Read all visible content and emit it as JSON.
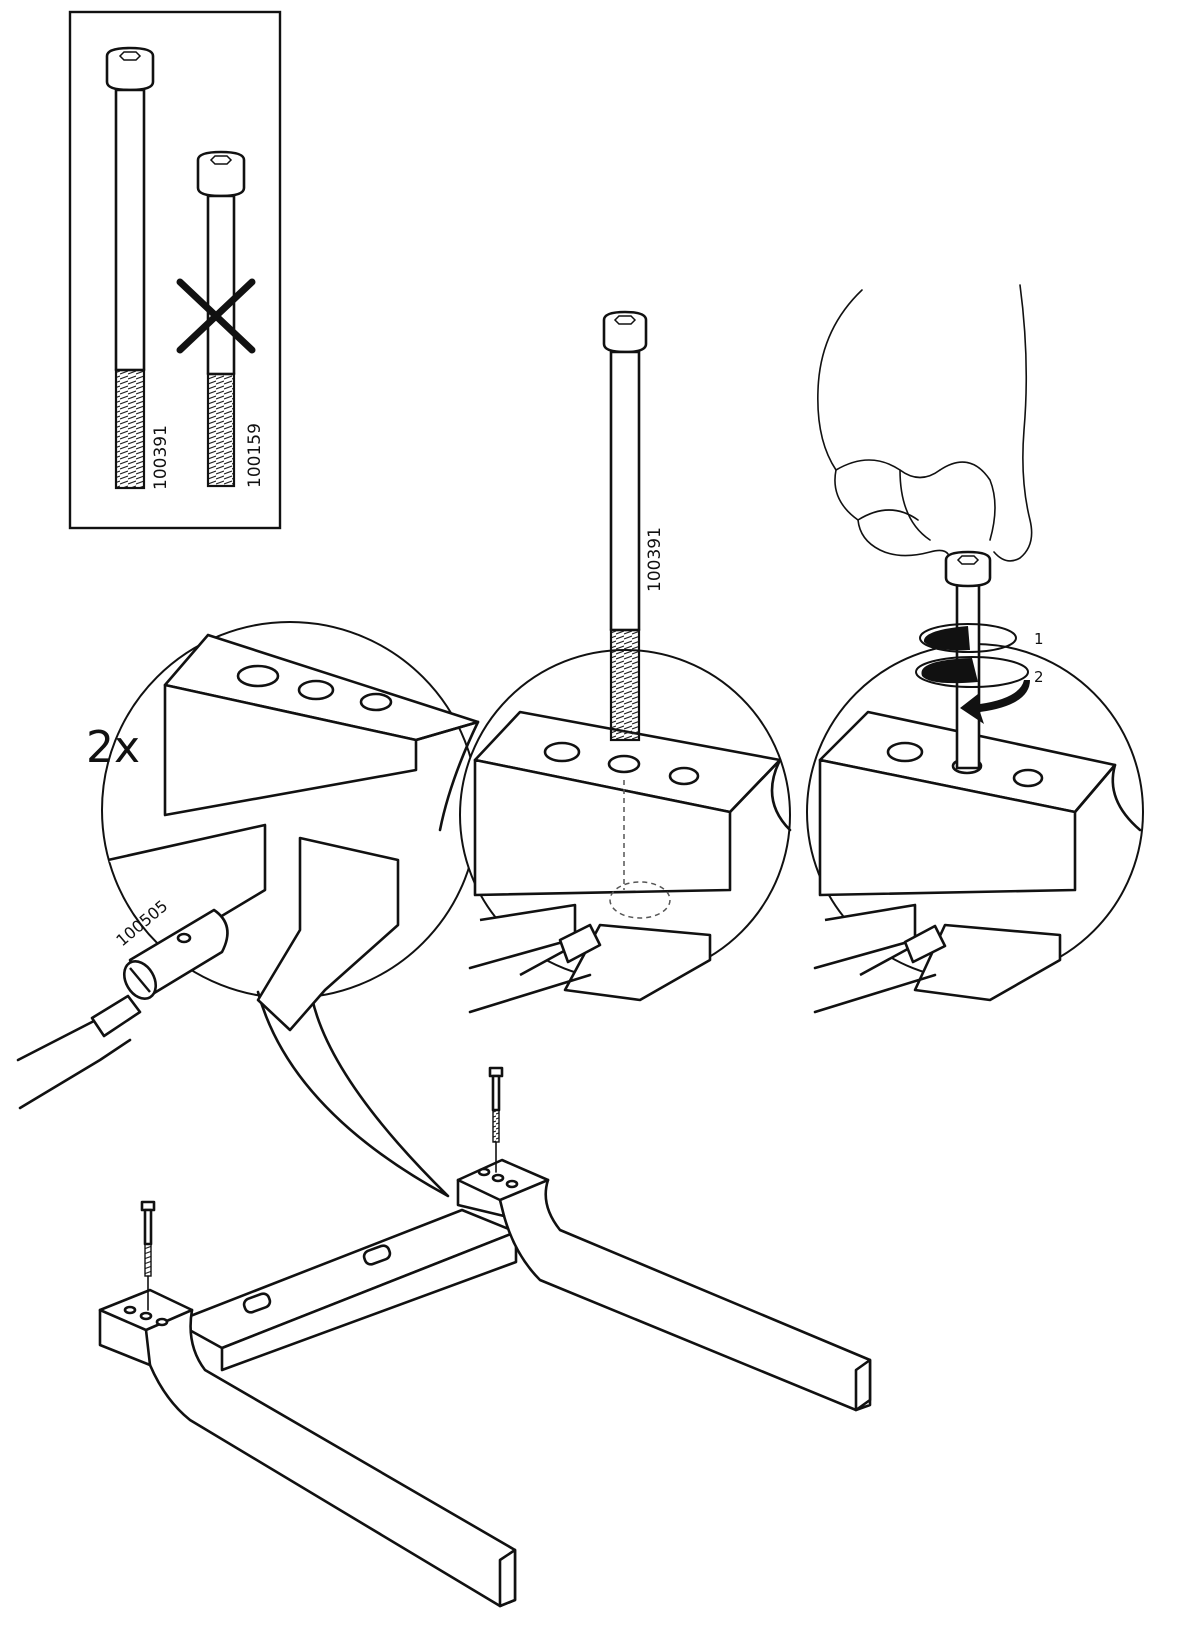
{
  "parts_box": {
    "correct_screw_code": "100391",
    "wrong_screw_code": "100159"
  },
  "quantity_label": "2x",
  "dowel_code": "100505",
  "insert_screw_code": "100391",
  "rotation_steps": [
    "1",
    "2"
  ],
  "colors": {
    "ink": "#111111",
    "paper": "#ffffff",
    "accent": "#000000"
  }
}
